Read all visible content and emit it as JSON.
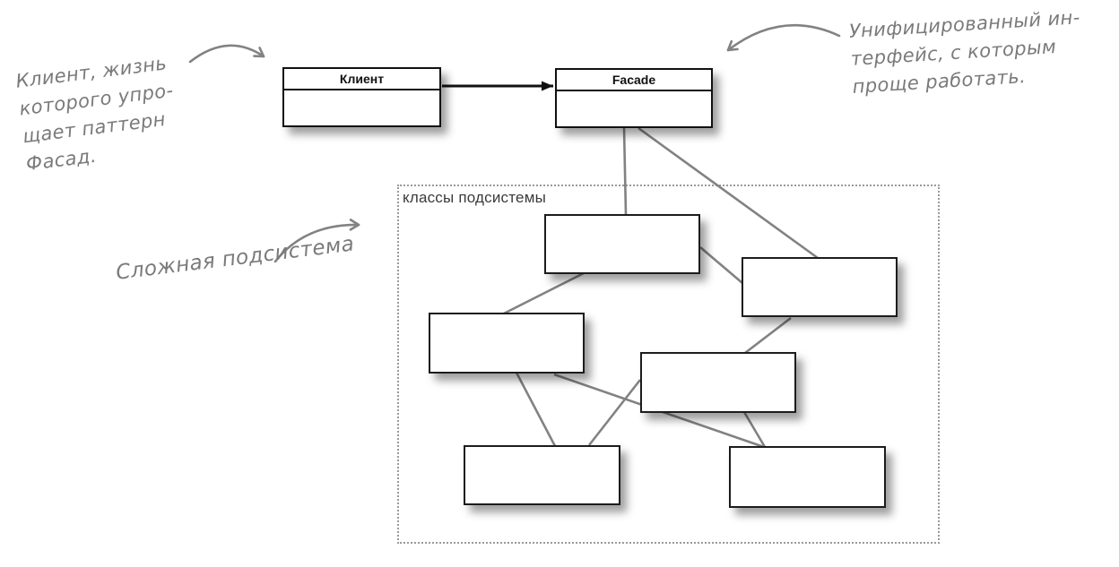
{
  "diagram": {
    "classes": {
      "client": {
        "title": "Клиент"
      },
      "facade": {
        "title": "Facade"
      }
    },
    "subsystem": {
      "label": "классы подсистемы",
      "empty_class_count": 6
    },
    "annotations": {
      "client_note": {
        "lines": [
          "Клиент, жизнь",
          "которого упро-",
          "щает паттерн",
          "Фасад."
        ]
      },
      "facade_note": {
        "lines": [
          "Унифицированный ин-",
          "терфейс, с которым",
          "проще работать."
        ]
      },
      "subsystem_note": {
        "text": "Сложная подсистема"
      }
    },
    "colors": {
      "connector_gray": "#828282",
      "arrow_black": "#111111",
      "annotation_gray": "#7a7a7a",
      "box_border": "#1c1c1c",
      "dotted_border": "#9a9a9a",
      "subsystem_label": "#3a3a3a",
      "background": "#ffffff"
    }
  }
}
